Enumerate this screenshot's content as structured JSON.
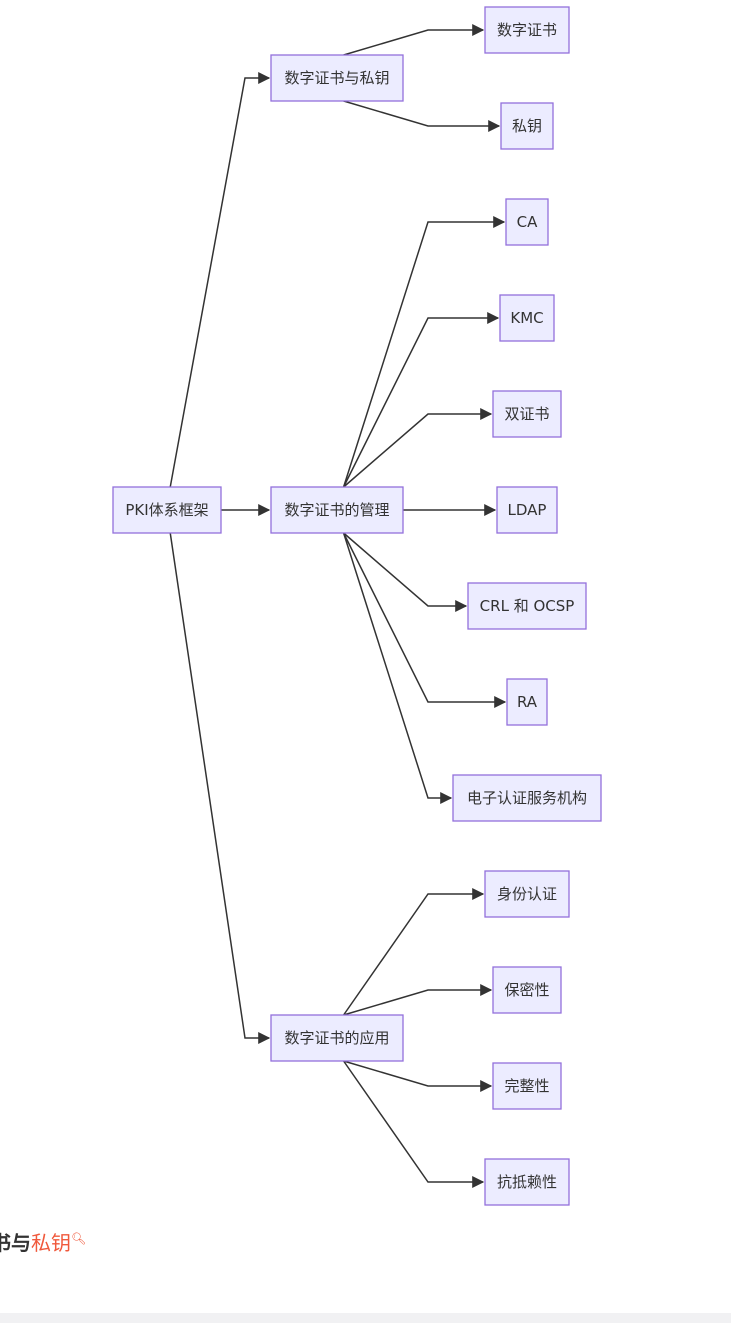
{
  "diagram": {
    "nodes": [
      {
        "id": "root",
        "label": "PKI体系框架"
      },
      {
        "id": "certkey",
        "label": "数字证书与私钥"
      },
      {
        "id": "mgmt",
        "label": "数字证书的管理"
      },
      {
        "id": "app",
        "label": "数字证书的应用"
      },
      {
        "id": "cert",
        "label": "数字证书"
      },
      {
        "id": "pkey",
        "label": "私钥"
      },
      {
        "id": "ca",
        "label": "CA"
      },
      {
        "id": "kmc",
        "label": "KMC"
      },
      {
        "id": "dual",
        "label": "双证书"
      },
      {
        "id": "ldap",
        "label": "LDAP"
      },
      {
        "id": "crl",
        "label": "CRL 和 OCSP"
      },
      {
        "id": "ra",
        "label": "RA"
      },
      {
        "id": "eauth",
        "label": "电子认证服务机构"
      },
      {
        "id": "idauth",
        "label": "身份认证"
      },
      {
        "id": "conf",
        "label": "保密性"
      },
      {
        "id": "integ",
        "label": "完整性"
      },
      {
        "id": "nonrep",
        "label": "抗抵赖性"
      }
    ],
    "edges": [
      [
        "root",
        "certkey"
      ],
      [
        "root",
        "mgmt"
      ],
      [
        "root",
        "app"
      ],
      [
        "certkey",
        "cert"
      ],
      [
        "certkey",
        "pkey"
      ],
      [
        "mgmt",
        "ca"
      ],
      [
        "mgmt",
        "kmc"
      ],
      [
        "mgmt",
        "dual"
      ],
      [
        "mgmt",
        "ldap"
      ],
      [
        "mgmt",
        "crl"
      ],
      [
        "mgmt",
        "ra"
      ],
      [
        "mgmt",
        "eauth"
      ],
      [
        "app",
        "idauth"
      ],
      [
        "app",
        "conf"
      ],
      [
        "app",
        "integ"
      ],
      [
        "app",
        "nonrep"
      ]
    ],
    "colors": {
      "node_fill": "#ECECFF",
      "node_stroke": "#9370DB",
      "edge": "#333333",
      "text": "#333333"
    }
  },
  "caption": {
    "bold_text": "书与",
    "link_text": "私钥",
    "icon": "search-icon",
    "link_color": "#f0593c"
  }
}
